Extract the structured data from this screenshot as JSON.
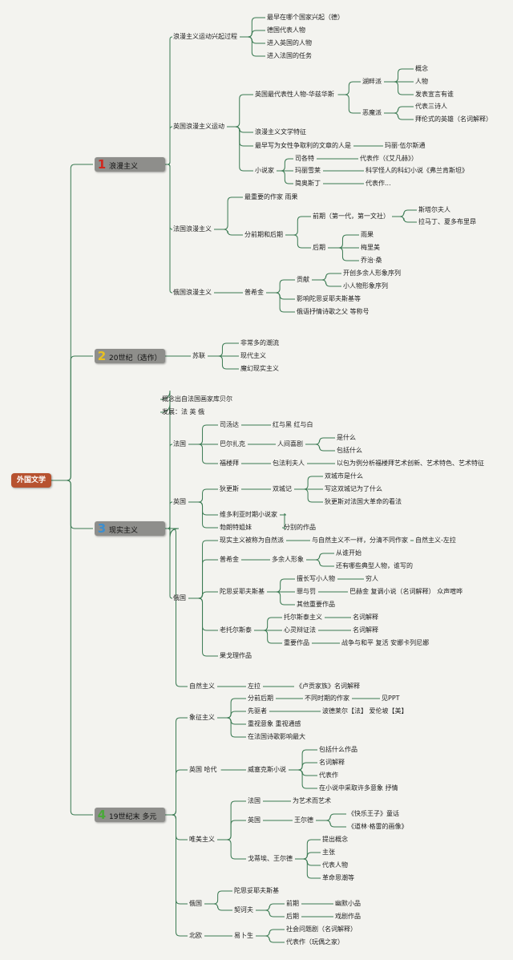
{
  "root": "外国文学",
  "categories": [
    {
      "num": "1",
      "label": "浪漫主义",
      "color": "#d0281e"
    },
    {
      "num": "2",
      "label": "20世纪（选作）",
      "color": "#e8c020"
    },
    {
      "num": "3",
      "label": "现实主义",
      "color": "#3c8fd0"
    },
    {
      "num": "4",
      "label": "19世纪末 多元",
      "color": "#4aa83a"
    }
  ],
  "nodes": [
    "浪漫主义运动兴起过程",
    "最早在哪个国家兴起（德）",
    "德国代表人物",
    "进入英国的人物",
    "进入法国的任务",
    "英国浪漫主义运动",
    "英国最代表性人物-华兹华斯",
    "湖畔派",
    "概念",
    "人物",
    "发表宣言有谁",
    "恶魔派",
    "代表三诗人",
    "拜伦式的英雄（名词解释）",
    "浪漫主义文学特征",
    "最早写为女性争取利的文章的人是",
    "玛丽·伍尔斯通",
    "小说家",
    "司各特",
    "代表作（《艾凡赫》）",
    "玛丽雪莱",
    "科学怪人的科幻小说《弗兰肯斯坦》",
    "简奥斯丁",
    "代表作...",
    "法国浪漫主义",
    "最重要的作家 雨果",
    "分前期和后期",
    "前期（第一代，第一文社）",
    "斯塔尔夫人",
    "拉马丁、夏多布里昂",
    "后期",
    "雨果",
    "梅里美",
    "乔治·桑",
    "俄国浪漫主义",
    "普希金",
    "贡献",
    "开创多余人形象序列",
    "小人物形象序列",
    "影响陀思妥耶夫斯基等",
    "俄语抒情诗歌之父 等称号",
    "苏联",
    "非常多的潮流",
    "现代主义",
    "魔幻现实主义",
    "概念出自法国画家库贝尔",
    "发展：法 英 俄",
    "法国",
    "司汤达",
    "红与黑 红与白",
    "巴尔扎克",
    "人间喜剧",
    "是什么",
    "包括什么",
    "福楼拜",
    "包法利夫人",
    "以包为例分析福楼拜艺术创新、艺术特色、艺术特征",
    "英国",
    "狄更斯",
    "双城记",
    "双城市是什么",
    "写这双城记为了什么",
    "狄更斯对法国大革命的看法",
    "维多利亚时期小说家",
    "勃朗特姐妹",
    "分别的作品",
    "俄国",
    "现实主义被称为自然派",
    "与自然主义不一样，分清不同作家",
    "自然主义-左拉",
    "普希金",
    "多余人形象",
    "从谁开始",
    "还有哪些典型人物，谁写的",
    "陀思妥耶夫斯基",
    "擅长写小人物",
    "穷人",
    "罪与罚",
    "巴赫金 复调小说（名词解释） 众声喧哗",
    "其他重要作品",
    "老托尔斯泰",
    "托尔斯泰主义",
    "名词解释",
    "心灵辩证法",
    "名词解释",
    "重要作品",
    "战争与和平 复活 安娜卡列尼娜",
    "果戈理作品",
    "自然主义",
    "左拉",
    "《卢贡家族》名词解释",
    "象征主义",
    "分前后期",
    "不同时期的作家",
    "见PPT",
    "先驱者",
    "波德莱尔【法】 爱伦坡【美】",
    "重视意象 重视通感",
    "在法国诗歌影响最大",
    "英国 哈代",
    "威塞克斯小说",
    "包括什么作品",
    "名词解释",
    "代表作",
    "在小说中采取许多意象 抒情",
    "唯美主义",
    "法国",
    "为艺术而艺术",
    "英国",
    "王尔德",
    "《快乐王子》童话",
    "《道林·格雷的画像》",
    "戈蒂埃、王尔德",
    "提出概念",
    "主张",
    "代表人物",
    "革命思潮等",
    "俄国",
    "陀思妥耶夫斯基",
    "契诃夫",
    "前期",
    "幽默小品",
    "后期",
    "戏剧作品",
    "北欧",
    "易卜生",
    "社会问题剧（名词解释）",
    "代表作（玩偶之家）"
  ]
}
